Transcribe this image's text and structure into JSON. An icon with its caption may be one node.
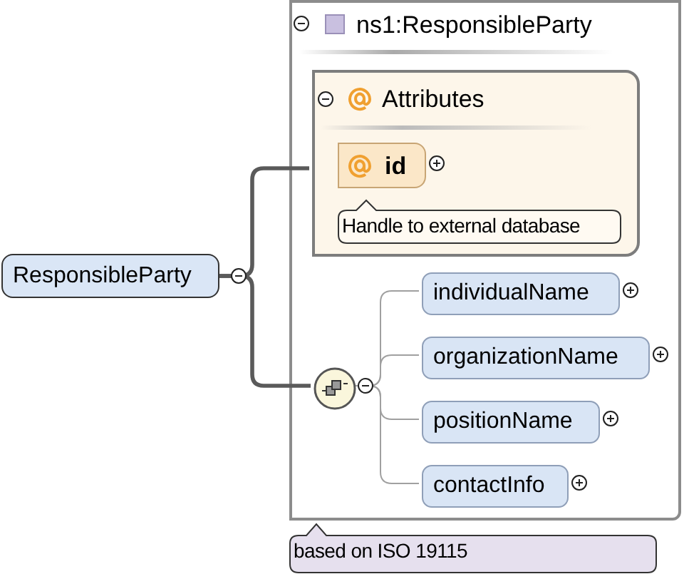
{
  "diagram": {
    "nodes": [
      {
        "text": [
          "ResponsibleParty"
        ]
      },
      {
        "text": [
          "ns1:ResponsibleParty"
        ]
      },
      {
        "text": [
          "Attributes"
        ],
        "in": 1
      },
      {
        "text": [
          "id"
        ],
        "in": 2
      },
      {
        "text": [
          "Handle to external database"
        ],
        "in": 2
      },
      {
        "text": [],
        "shape": "circle",
        "in": 1
      },
      {
        "text": [
          "individualName"
        ],
        "in": 1
      },
      {
        "text": [
          "organizationName"
        ],
        "in": 1
      },
      {
        "text": [
          "positionName"
        ],
        "in": 1
      },
      {
        "text": [
          "contactInfo"
        ],
        "in": 1
      },
      {
        "text": [
          "based on ISO 19115"
        ]
      }
    ],
    "edges": [
      {
        "from": 0,
        "to": 2,
        "arrow": "none",
        "style": "thick"
      },
      {
        "from": 0,
        "to": 5,
        "arrow": "none",
        "style": "thick"
      },
      {
        "from": 5,
        "to": 6,
        "arrow": "none"
      },
      {
        "from": 5,
        "to": 7,
        "arrow": "none"
      },
      {
        "from": 5,
        "to": 8,
        "arrow": "none"
      },
      {
        "from": 5,
        "to": 9,
        "arrow": "none"
      }
    ]
  }
}
